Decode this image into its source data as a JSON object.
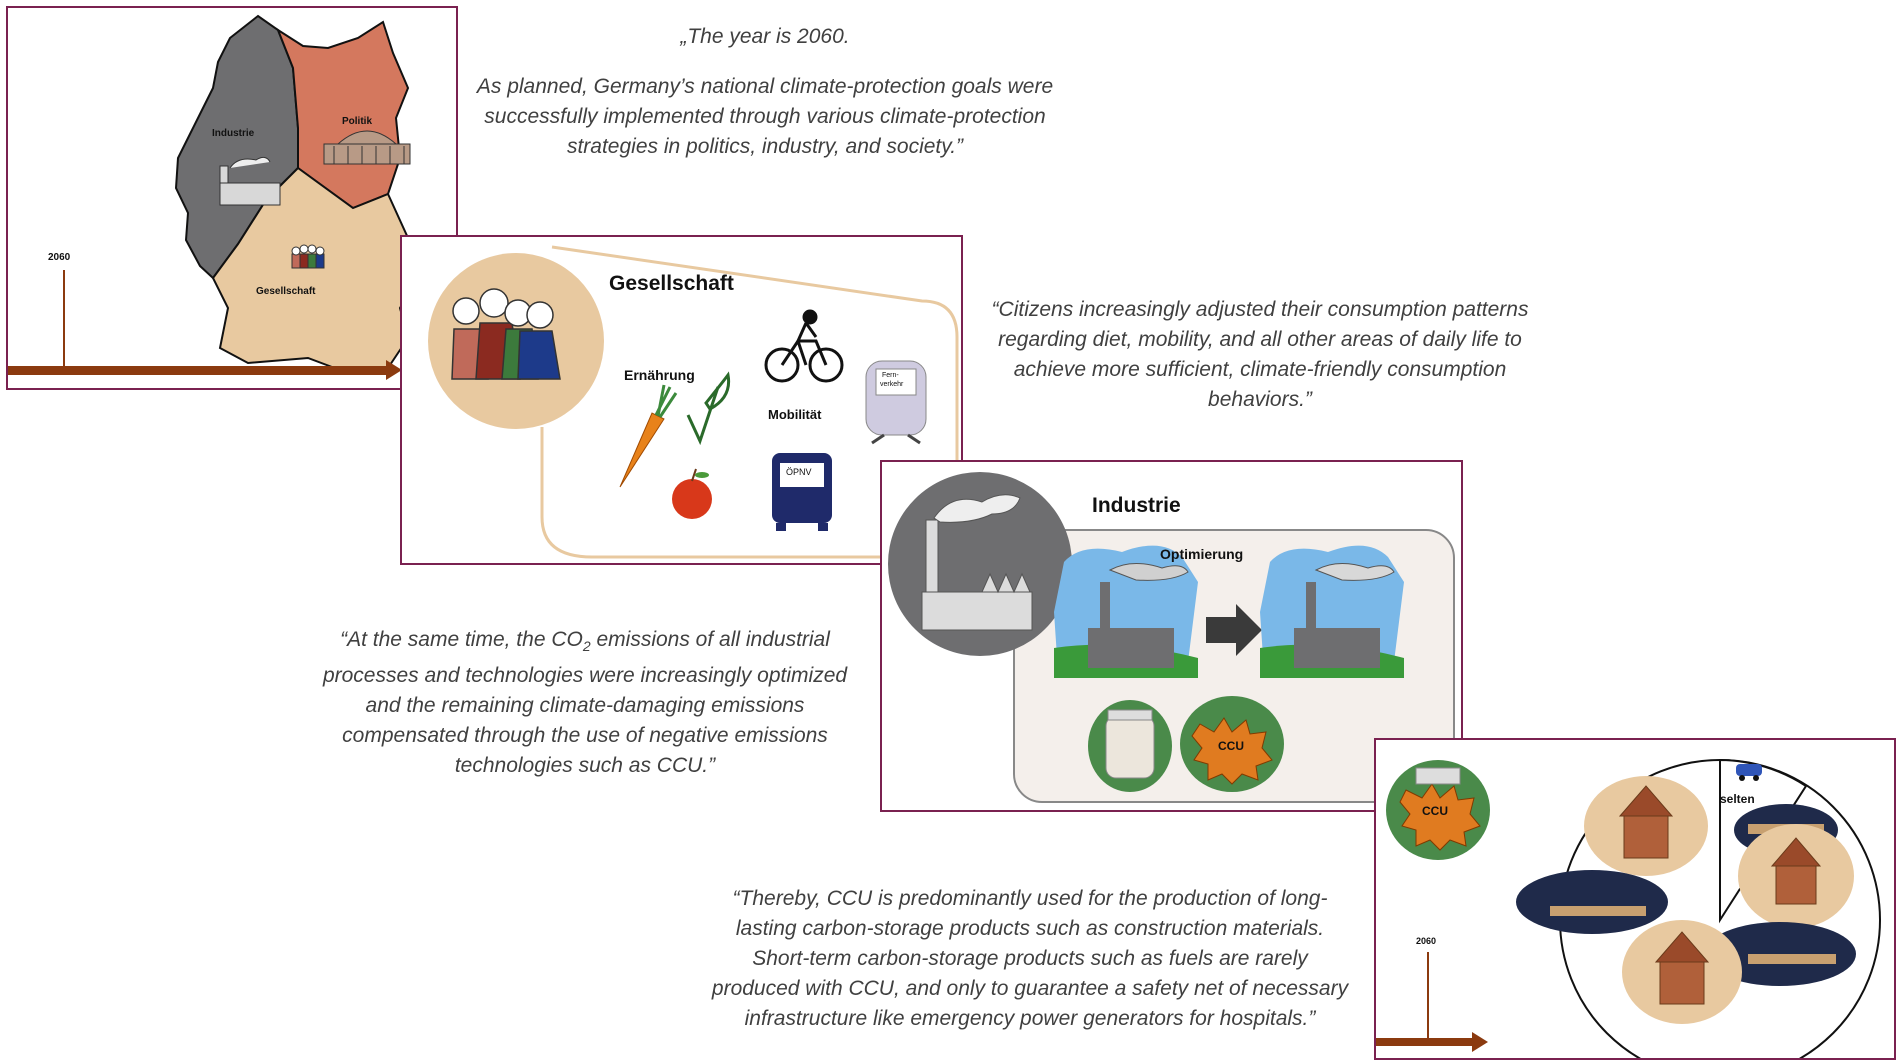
{
  "quotes": {
    "q1_line1": "„The year is 2060.",
    "q1_line2": "As planned, Germany’s national climate-protection goals were successfully implemented through various climate-protection strategies in politics, industry, and society.”",
    "q2": "“Citizens increasingly adjusted their consumption patterns regarding diet, mobility, and all other areas of daily life to achieve more sufficient, climate-friendly consumption behaviors.”",
    "q3_part1": "“At the same time, the CO",
    "q3_sub": "2",
    "q3_part2": " emissions of all industrial processes and technologies were increasingly optimized and the remaining climate-damaging emissions compensated through the use of negative emissions technologies such as CCU.”",
    "q4": "“Thereby, CCU is predominantly used for the production of long-lasting carbon-storage products such as construction materials. Short-term carbon-storage products such as fuels are rarely produced with CCU, and only to guarantee a safety net of necessary infrastructure like emergency power generators for hospitals.”"
  },
  "panel_map": {
    "label_industrie": "Industrie",
    "label_politik": "Politik",
    "label_gesellschaft": "Gesellschaft",
    "year": "2060"
  },
  "panel_society": {
    "title": "Gesellschaft",
    "label_food": "Ernährung",
    "label_mobility": "Mobilität",
    "bus_sign": "ÖPNV",
    "train_sign_1": "Fern-",
    "train_sign_2": "verkehr"
  },
  "panel_industry": {
    "title": "Industrie",
    "label_opt": "Optimierung",
    "ccu": "CCU"
  },
  "panel_ccu": {
    "ccu": "CCU",
    "label_rare": "selten",
    "year": "2060"
  },
  "colors": {
    "border": "#7a2150",
    "industry_grey": "#6e6e70",
    "politics_red": "#d4785e",
    "society_beige": "#e8c9a0",
    "timeline_brown": "#8b3a0f",
    "ccu_green": "#4a8a4a",
    "ccu_orange": "#e07b20"
  }
}
